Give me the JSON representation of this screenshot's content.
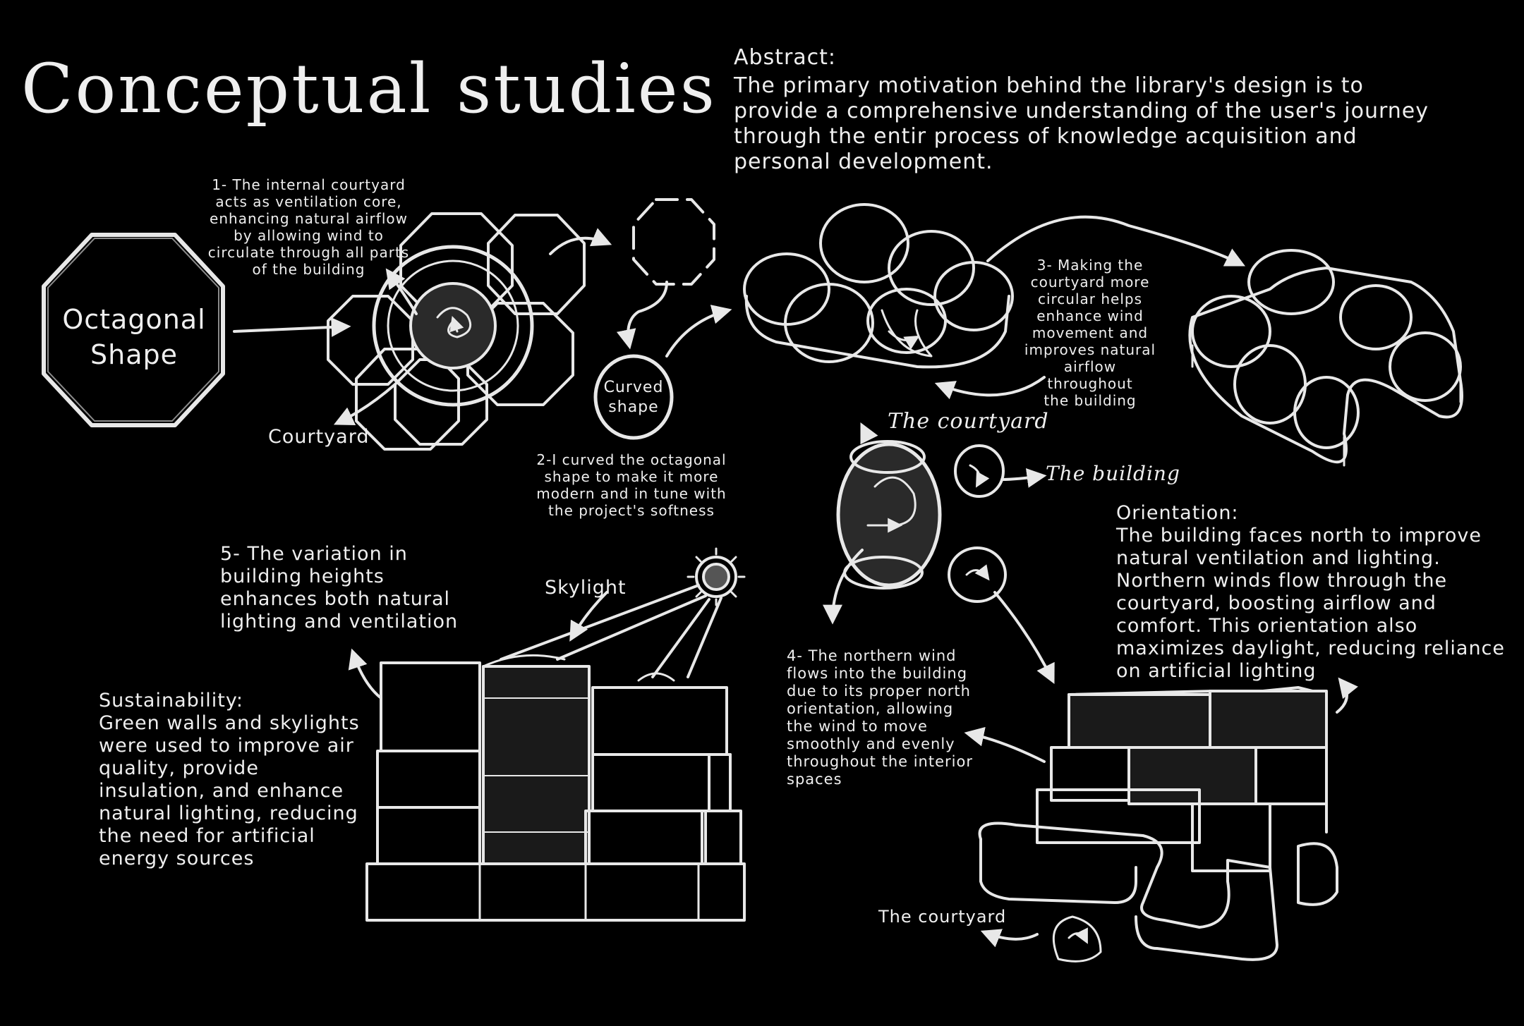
{
  "title": "Conceptual studies",
  "abstract": {
    "heading": "Abstract:",
    "body": "The primary motivation behind the library's design is to provide a comprehensive understanding of the user's journey through the entir process of knowledge acquisition and personal development."
  },
  "octagon_label": "Octagonal\nShape",
  "note1": "1- The internal courtyard\nacts as ventilation core,\nenhancing natural airflow\nby allowing wind to\ncirculate through all parts\nof the building",
  "courtyard_label": "Courtyard",
  "curved_label": "Curved\nshape",
  "note2": "2-I curved the octagonal\nshape to make it more\nmodern and in tune with\nthe project's softness",
  "note3": "3- Making the\ncourtyard more\ncircular helps\nenhance wind\nmovement and\nimproves natural\nairflow throughout\nthe building",
  "the_courtyard_label": "The courtyard",
  "the_building_label": "The building",
  "orientation": {
    "heading": "Orientation:",
    "body": "The building faces north to improve\nnatural ventilation and lighting.\nNorthern winds flow through the\ncourtyard, boosting airflow and\ncomfort. This orientation also\nmaximizes daylight, reducing reliance\non artificial lighting"
  },
  "note4": "4- The northern wind\nflows into the building\ndue to its proper north\norientation, allowing\nthe wind to move\nsmoothly and evenly\nthroughout the interior\nspaces",
  "note5": "5- The variation in\nbuilding heights\nenhances both natural\nlighting and ventilation",
  "skylight_label": "Skylight",
  "sustainability": {
    "heading": "Sustainability:",
    "body": "Green walls and skylights\nwere used to improve air\nquality, provide\ninsulation, and enhance\nnatural lighting, reducing\nthe need for artificial\nenergy sources"
  },
  "bottom_courtyard_label": "The courtyard",
  "colors": {
    "background": "#000000",
    "chalk": "#efefef"
  }
}
